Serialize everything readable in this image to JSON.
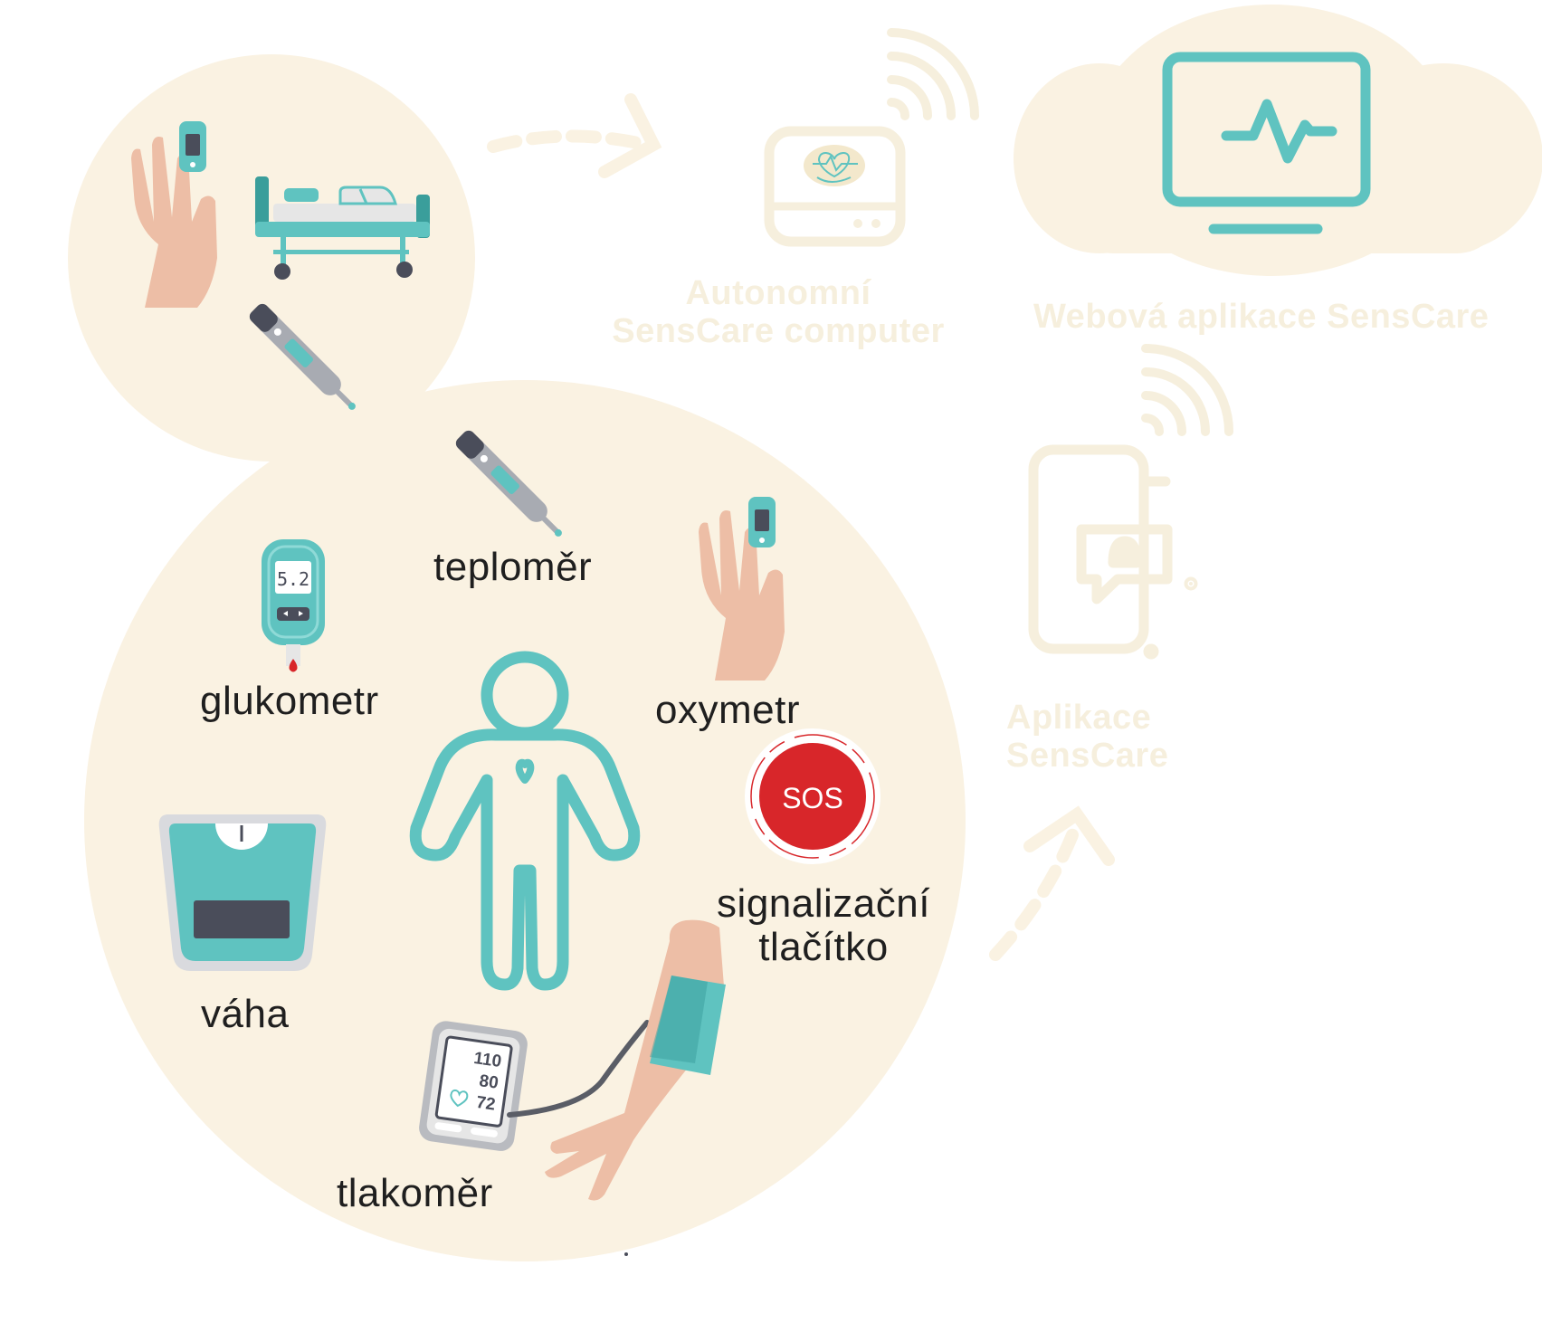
{
  "colors": {
    "cream": "#faf2e2",
    "teal": "#5fc3c0",
    "teal_dark": "#3a9e9b",
    "skin": "#edbea6",
    "dark": "#4a4d5a",
    "sos_red": "#d8262a",
    "ghost": "#f6efdd"
  },
  "labels": {
    "teplomer": "teploměr",
    "glukometr": "glukometr",
    "oxymetr": "oxymetr",
    "vaha": "váha",
    "tlakomer": "tlakoměr",
    "signal_line1": "signalizační",
    "signal_line2": "tlačítko",
    "sos": "SOS"
  },
  "glucometer_reading": "5.2",
  "blood_pressure": {
    "systolic": "110",
    "diastolic": "80",
    "pulse": "72"
  },
  "system": {
    "computer_line1": "Autonomní",
    "computer_line2": "SensCare computer",
    "web_app": "Webová aplikace SensCare",
    "mobile_line1": "Aplikace",
    "mobile_line2": "SensCare"
  },
  "icons": [
    "hand-oximeter-icon",
    "hospital-bed-icon",
    "thermometer-icon",
    "glucometer-icon",
    "person-heart-icon",
    "sos-button-icon",
    "scale-icon",
    "blood-pressure-monitor-icon",
    "arm-cuff-icon",
    "computer-box-icon",
    "wifi-icon",
    "monitor-pulse-icon",
    "smartphone-bell-icon",
    "dashed-arrow-icon"
  ]
}
